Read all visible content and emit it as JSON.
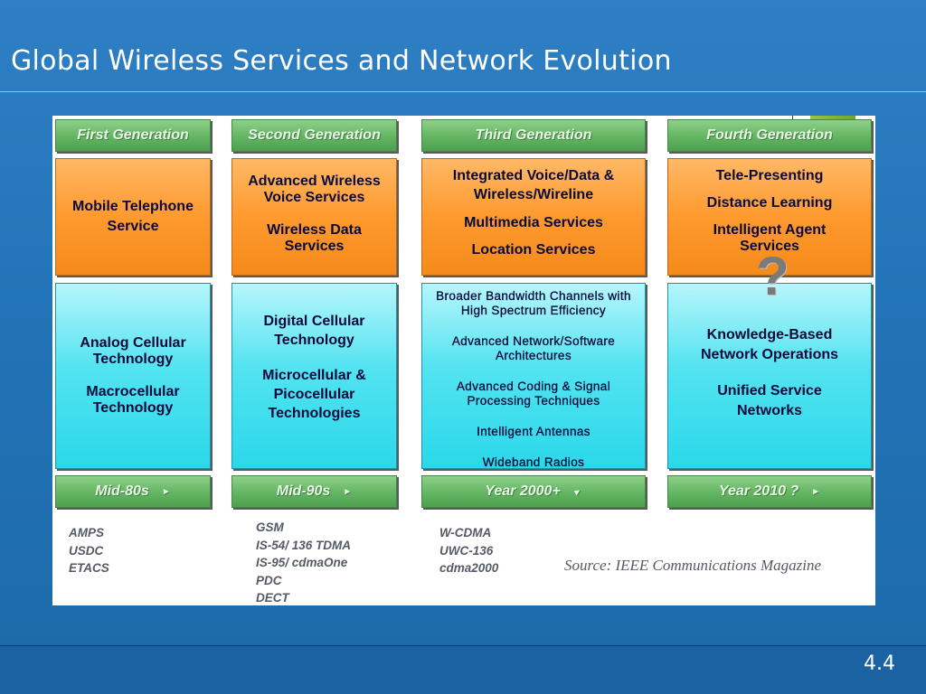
{
  "slide": {
    "title": "Global Wireless Services and Network Evolution",
    "page_number": "4.4"
  },
  "columns": [
    {
      "generation": "First Generation",
      "services": [
        "Mobile Telephone Service"
      ],
      "technology": [
        "Analog Cellular Technology",
        "Macrocellular Technology"
      ],
      "era": "Mid-80s",
      "standards": [
        "AMPS",
        "USDC",
        "ETACS"
      ]
    },
    {
      "generation": "Second Generation",
      "services": [
        "Advanced Wireless Voice Services",
        "Wireless Data Services"
      ],
      "technology": [
        "Digital Cellular Technology",
        "Microcellular & Picocellular Technologies"
      ],
      "era": "Mid-90s",
      "standards": [
        "GSM",
        "IS-54/ 136 TDMA",
        "IS-95/ cdmaOne",
        "PDC",
        "DECT"
      ]
    },
    {
      "generation": "Third Generation",
      "services": [
        "Integrated Voice/Data & Wireless/Wireline",
        "Multimedia Services",
        "Location Services"
      ],
      "technology": [
        "Broader Bandwidth Channels with High Spectrum Efficiency",
        "Advanced Network/Software Architectures",
        "Advanced Coding & Signal Processing Techniques",
        "Intelligent Antennas",
        "Wideband Radios"
      ],
      "era": "Year 2000+",
      "standards": [
        "W-CDMA",
        "UWC-136",
        "cdma2000"
      ]
    },
    {
      "generation": "Fourth Generation",
      "services": [
        "Tele-Presenting",
        "Distance Learning",
        "Intelligent Agent Services"
      ],
      "technology": [
        "Knowledge-Based Network Operations",
        "Unified Service Networks"
      ],
      "era": "Year 2010 ?",
      "standards": []
    }
  ],
  "question_mark": "?",
  "source": "Source:  IEEE Communications Magazine",
  "arrow_glyph": "►",
  "colors": {
    "background": "#2273b7",
    "generation_box": "#62b562",
    "service_box": "#ff9a2e",
    "technology_box": "#54e3f1"
  }
}
